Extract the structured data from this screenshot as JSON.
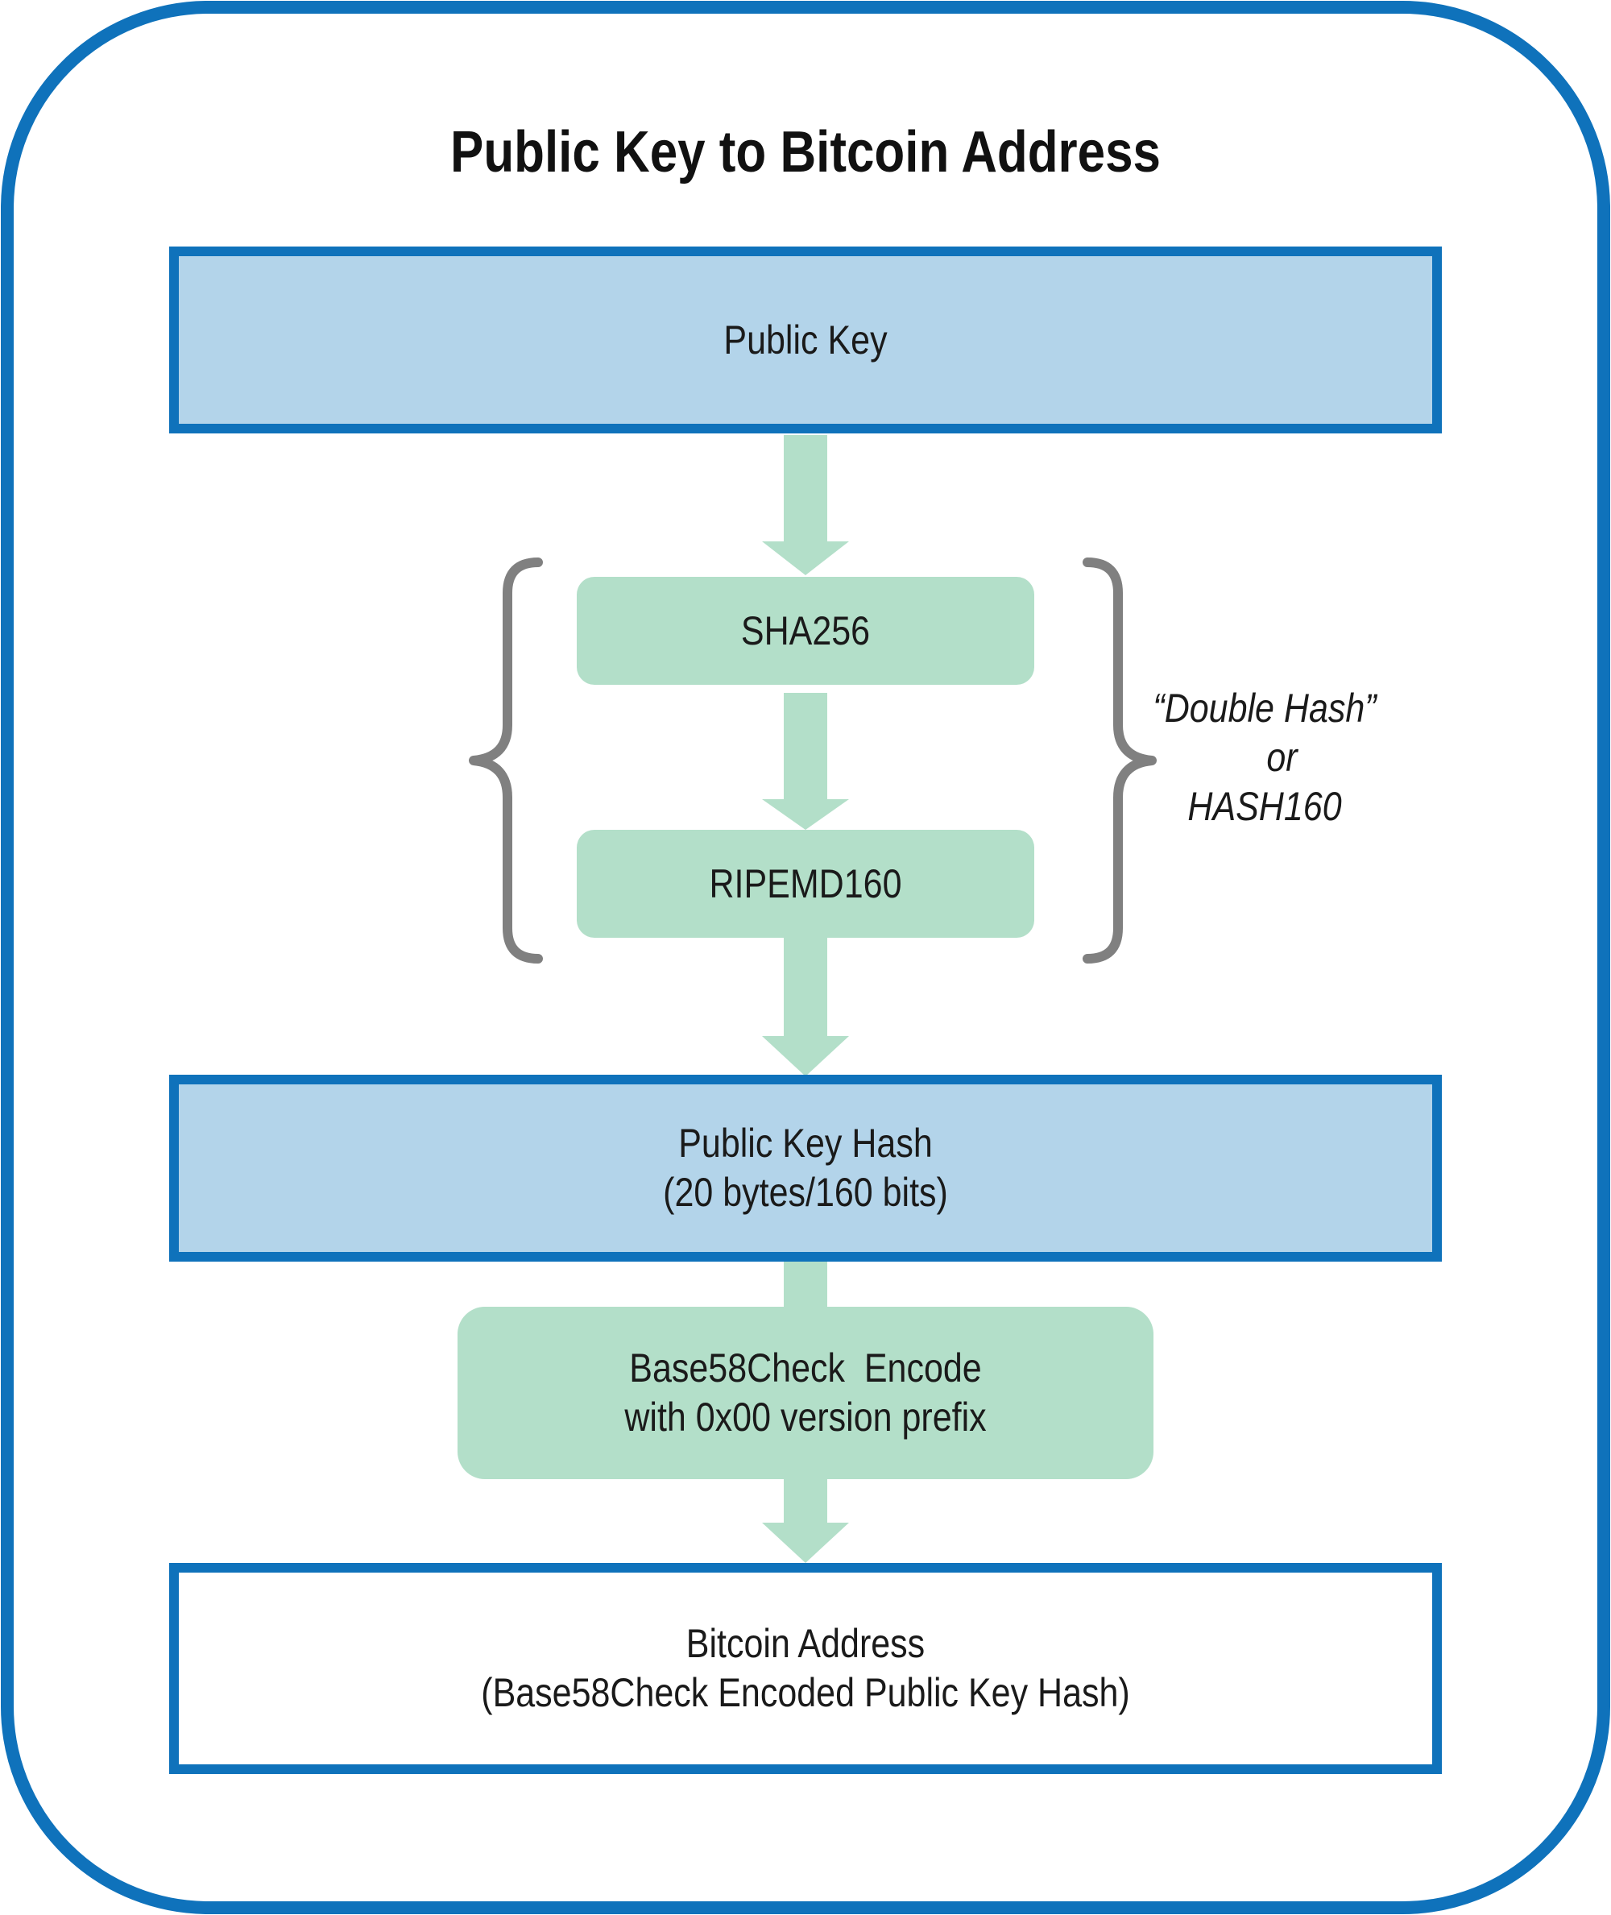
{
  "title": "Public Key to Bitcoin Address",
  "nodes": {
    "public_key": {
      "line1": "Public Key"
    },
    "sha256": {
      "line1": "SHA256"
    },
    "ripemd160": {
      "line1": "RIPEMD160"
    },
    "public_key_hash": {
      "line1": "Public Key Hash",
      "line2": "(20 bytes/160 bits)"
    },
    "base58check": {
      "line1": "Base58Check  Encode",
      "line2": "with 0x00 version prefix"
    },
    "bitcoin_address": {
      "line1": "Bitcoin Address",
      "line2": "(Base58Check Encoded Public Key Hash)"
    }
  },
  "annotation": {
    "line1": "“Double Hash”",
    "line2": "or",
    "line3": "HASH160"
  },
  "colors": {
    "frame_border": "#0f72bb",
    "blue_box_fill": "#b3d4ea",
    "blue_box_border": "#0f72bb",
    "green_fill": "#b3dfc9",
    "brace": "#808080",
    "white_box_fill": "#ffffff"
  }
}
